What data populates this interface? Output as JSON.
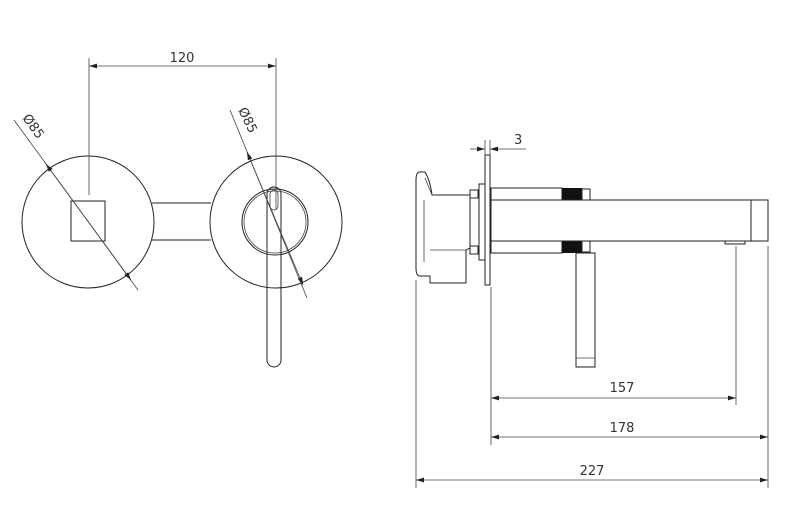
{
  "drawing": {
    "front_view": {
      "spacing_dim": "120",
      "left_diameter_dim": "Ø85",
      "right_diameter_dim": "Ø85"
    },
    "side_view": {
      "plate_thickness_dim": "3",
      "spout_reach_dim": "157",
      "spout_length_dim": "178",
      "overall_depth_dim": "227"
    },
    "colors": {
      "line": "#222222",
      "knurl": "#111111",
      "background": "#ffffff"
    }
  }
}
